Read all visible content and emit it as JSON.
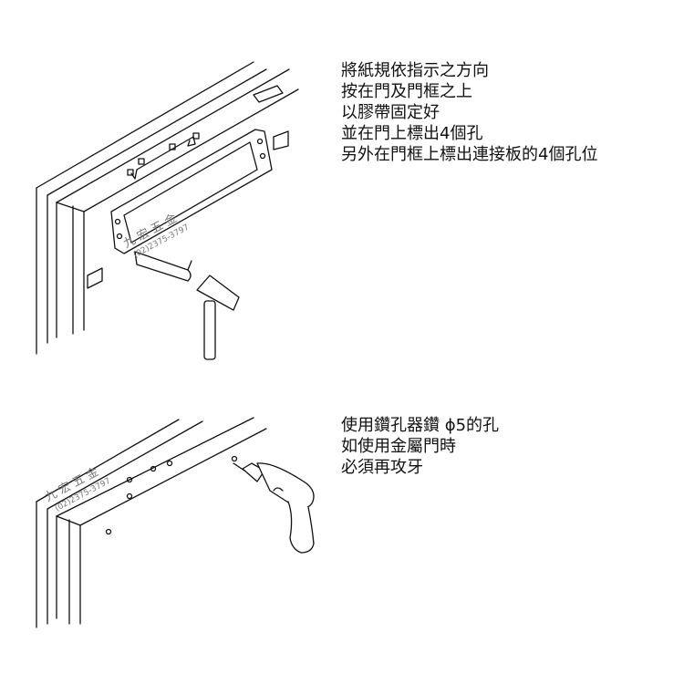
{
  "steps": [
    {
      "lines": [
        "將紙規依指示之方向",
        "按在門及門框之上",
        "以膠帶固定好",
        "並在門上標出4個孔",
        "另外在門框上標出連接板的4個孔位"
      ]
    },
    {
      "lines": [
        "使用鑽孔器鑽 ϕ5的孔",
        "如使用金屬門時",
        "必須再攻牙"
      ]
    }
  ],
  "watermark": {
    "name": "九 宏 五 金",
    "phone": "(02)2375-3797"
  }
}
